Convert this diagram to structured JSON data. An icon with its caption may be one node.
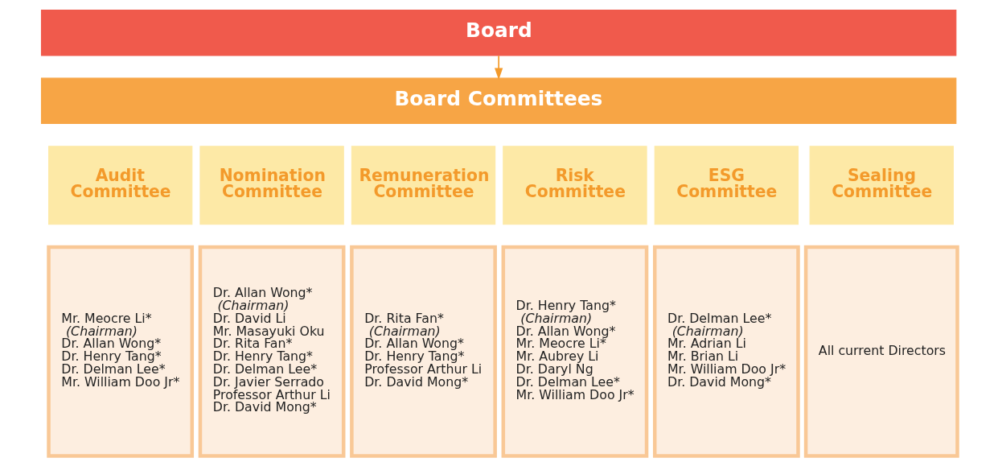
{
  "diagram": {
    "nodes": [
      {
        "text": [
          "Board"
        ]
      },
      {
        "text": [
          "Board Committees"
        ]
      },
      {
        "text": [
          "Audit Committee"
        ]
      },
      {
        "text": [
          "Nomination Committee"
        ]
      },
      {
        "text": [
          "Remuneration Committee"
        ]
      },
      {
        "text": [
          "Risk Committee"
        ]
      },
      {
        "text": [
          "ESG Committee"
        ]
      },
      {
        "text": [
          "Sealing Committee"
        ]
      },
      {
        "text": [
          "Mr. Meocre Li*",
          "(Chairman)",
          "Dr. Allan Wong*",
          "Dr. Henry Tang*",
          "Dr. Delman Lee*",
          "Mr. William Doo Jr*"
        ]
      },
      {
        "text": [
          "Dr. Allan Wong*",
          "(Chairman)",
          "Dr. David Li",
          "Mr. Masayuki Oku",
          "Dr. Rita Fan*",
          "Dr. Henry Tang*",
          "Dr. Delman Lee*",
          "Dr. Javier Serrado",
          "Professor Arthur Li",
          "Dr. David Mong*"
        ]
      },
      {
        "text": [
          "Dr. Rita Fan*",
          "(Chairman)",
          "Dr. Allan Wong*",
          "Dr. Henry Tang*",
          "Professor Arthur Li",
          "Dr. David Mong*"
        ]
      },
      {
        "text": [
          "Dr. Henry Tang*",
          "(Chairman)",
          "Dr. Allan Wong*",
          "Mr. Meocre Li*",
          "Mr. Aubrey Li",
          "Dr. Daryl Ng",
          "Dr. Delman Lee*",
          "Mr. William Doo Jr*"
        ]
      },
      {
        "text": [
          "Dr. Delman Lee*",
          "(Chairman)",
          "Mr. Adrian Li",
          "Mr. Brian Li",
          "Mr. William Doo Jr*",
          "Dr. David Mong*"
        ]
      },
      {
        "text": [
          "All current Directors"
        ]
      }
    ],
    "edges": [
      {
        "from": 0,
        "to": 1,
        "arrow": "to"
      }
    ]
  }
}
